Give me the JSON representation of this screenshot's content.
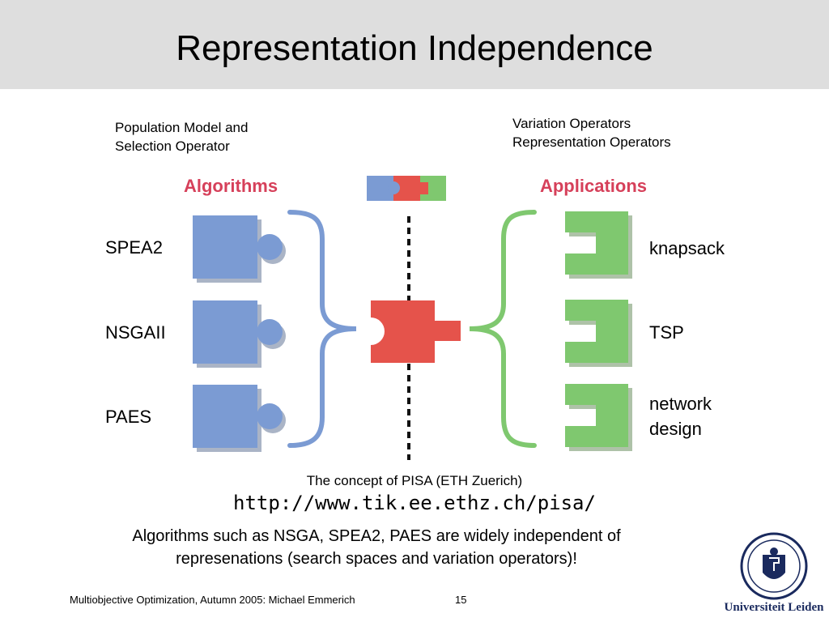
{
  "slide": {
    "title": "Representation Independence",
    "left_note": [
      "Population Model and",
      "Selection Operator"
    ],
    "right_note": [
      "Variation Operators",
      "Representation Operators"
    ],
    "caption": "The concept of PISA (ETH Zuerich)",
    "url": "http://www.tik.ee.ethz.ch/pisa/",
    "summary": [
      "Algorithms such as NSGA, SPEA2, PAES are widely independent of",
      "represenations (search spaces and  variation operators)!"
    ],
    "footer_text": "Multiobjective Optimization, Autumn 2005: Michael Emmerich",
    "page_number": "15",
    "logo_text": "Universiteit Leiden"
  },
  "diagram": {
    "algorithms_header": "Algorithms",
    "applications_header": "Applications",
    "algorithms": [
      "SPEA2",
      "NSGAII",
      "PAES"
    ],
    "applications": [
      [
        "knapsack"
      ],
      [
        "TSP"
      ],
      [
        "network",
        "design"
      ]
    ],
    "colors": {
      "algorithm": "#7b9bd3",
      "algorithm_shadow": "#aab4c6",
      "module": "#e5534b",
      "application": "#7fc86f",
      "application_shadow": "#aec2a8",
      "header": "#d6405a"
    }
  }
}
